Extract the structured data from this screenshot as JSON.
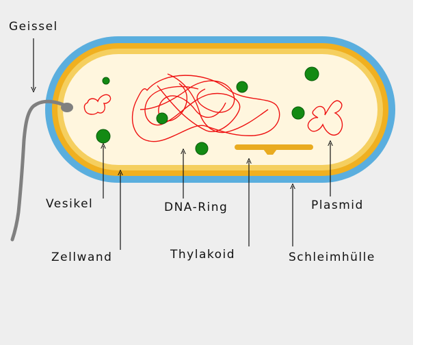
{
  "diagram": {
    "labels": {
      "flagellum": "Geissel",
      "vesicle": "Vesikel",
      "cell_wall": "Zellwand",
      "dna_ring": "DNA-Ring",
      "thylakoid": "Thylakoid",
      "plasmid": "Plasmid",
      "slime_layer": "Schleimhülle"
    },
    "colors": {
      "background": "#eeeeee",
      "slime_layer": "#5aaede",
      "cell_wall": "#f0b020",
      "membrane": "#f5cf5f",
      "cytoplasm": "#fff6de",
      "granule": "#138a13",
      "dna": "#ee1111",
      "thylakoid": "#e9ab20",
      "flagellum": "#808080"
    }
  }
}
